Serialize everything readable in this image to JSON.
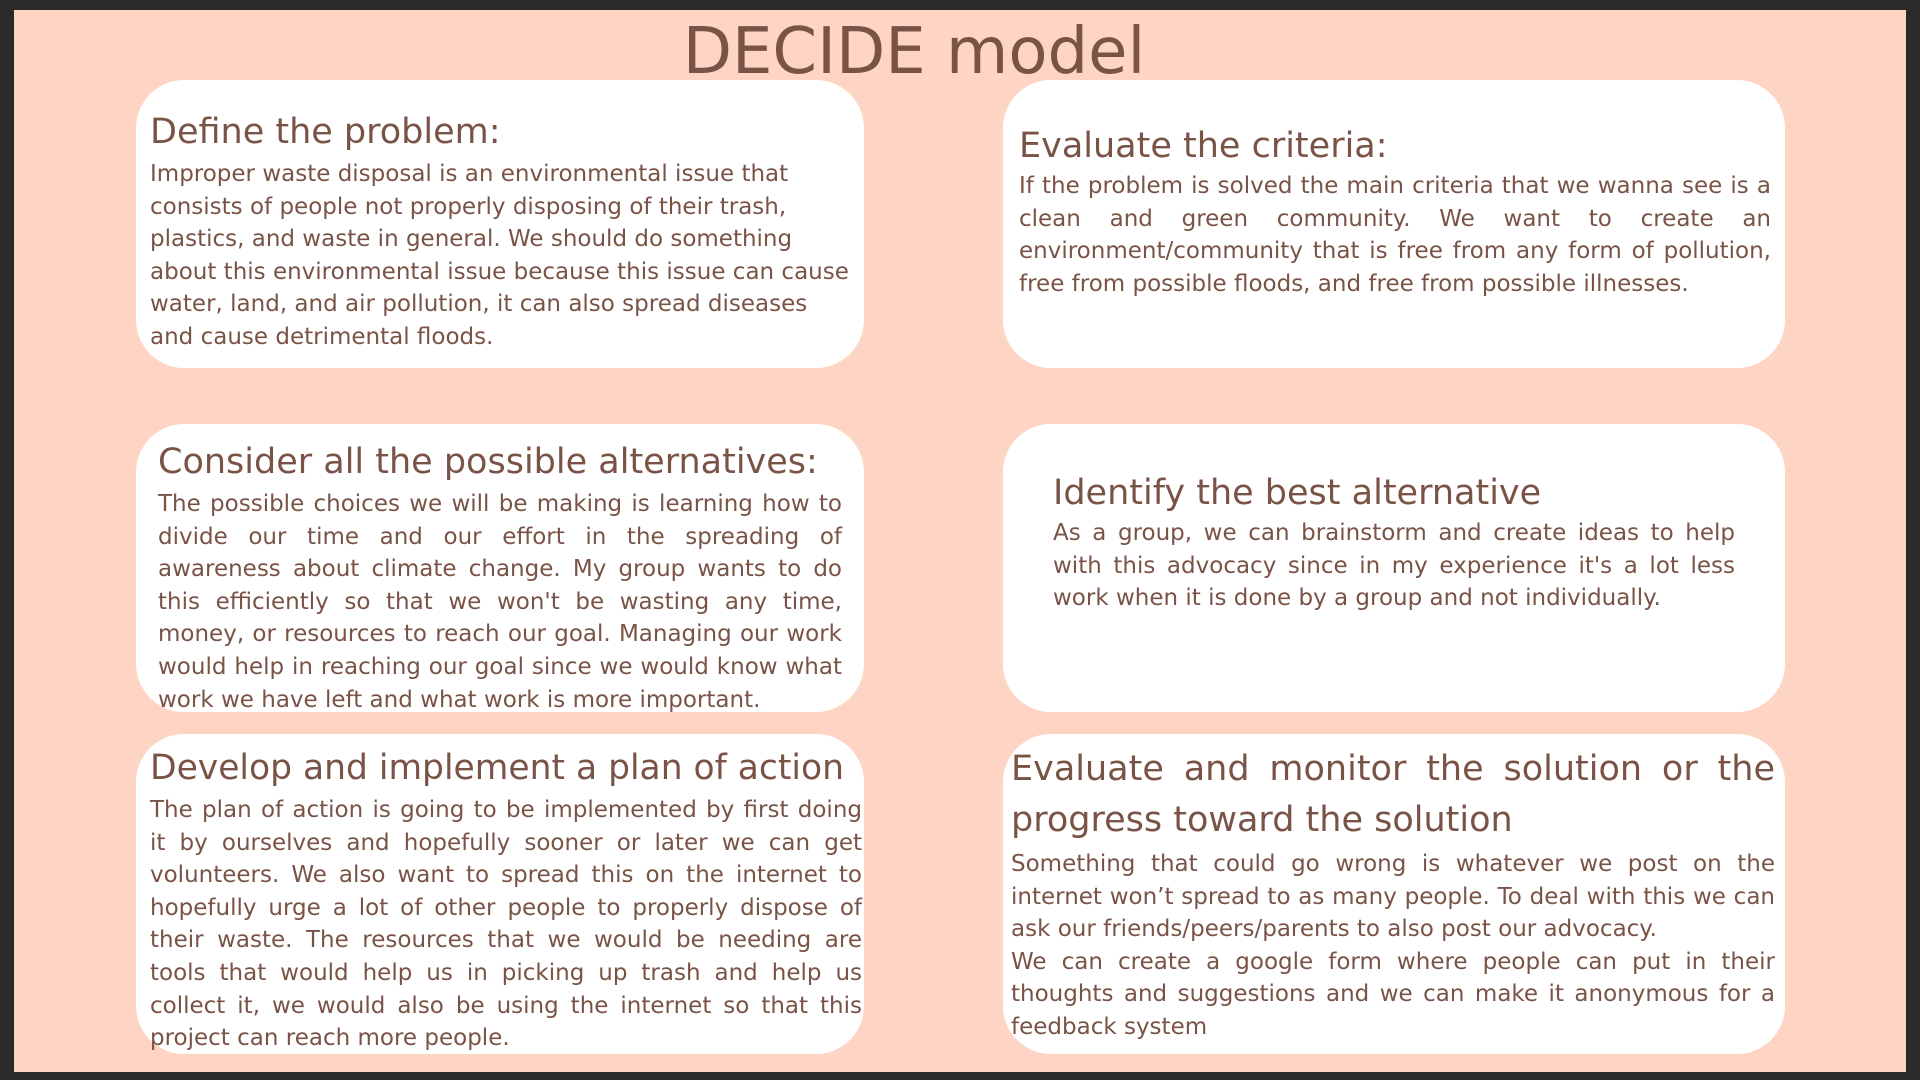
{
  "slide": {
    "title": "DECIDE model"
  },
  "cards": {
    "define": {
      "heading": "Define the problem:",
      "body": "Improper waste disposal is an environmental issue that consists of people not properly disposing of their trash, plastics, and waste in general. We should do something about this environmental issue because this issue can cause water, land, and air pollution, it can also spread diseases and cause detrimental floods."
    },
    "evaluate_criteria": {
      "heading": "Evaluate the criteria:",
      "body": "If the problem is solved the main criteria that we wanna see is a clean and green community. We want to create an environment/community that is free from any form of pollution, free from possible floods, and free from possible illnesses."
    },
    "consider": {
      "heading": "Consider all the possible alternatives:",
      "body": "The possible choices we will be making is learning how to divide our time and our effort in the spreading of awareness about climate change. My group wants to do this efficiently so that we won't be wasting any time, money, or resources to reach our goal. Managing our work would help in reaching our goal since we would know what work we have left and what work is more important."
    },
    "identify": {
      "heading": "Identify the best alternative",
      "body": "As a group, we can brainstorm and create ideas to help with this advocacy since in my experience it's a lot less work when it is done by a group and not individually."
    },
    "develop": {
      "heading": "Develop and implement a plan of action",
      "body": "The plan of action is going to be implemented by first doing it by ourselves and hopefully sooner or later we can get volunteers. We also want to spread this on the internet to hopefully urge a lot of other people to properly dispose of their waste. The resources that we would be needing are tools that would help us in picking up trash and help us collect it, we would also be using the internet so that this project can reach more people."
    },
    "monitor": {
      "heading": "Evaluate and monitor the solution or the progress toward the solution",
      "body_1": "Something that could go wrong is whatever we post on the internet won’t spread to as many people. To deal with this we can ask our friends/peers/parents to also post our advocacy.",
      "body_2": "We can create a google form where people can put in their thoughts and suggestions and we can make it anonymous for a feedback system"
    }
  }
}
